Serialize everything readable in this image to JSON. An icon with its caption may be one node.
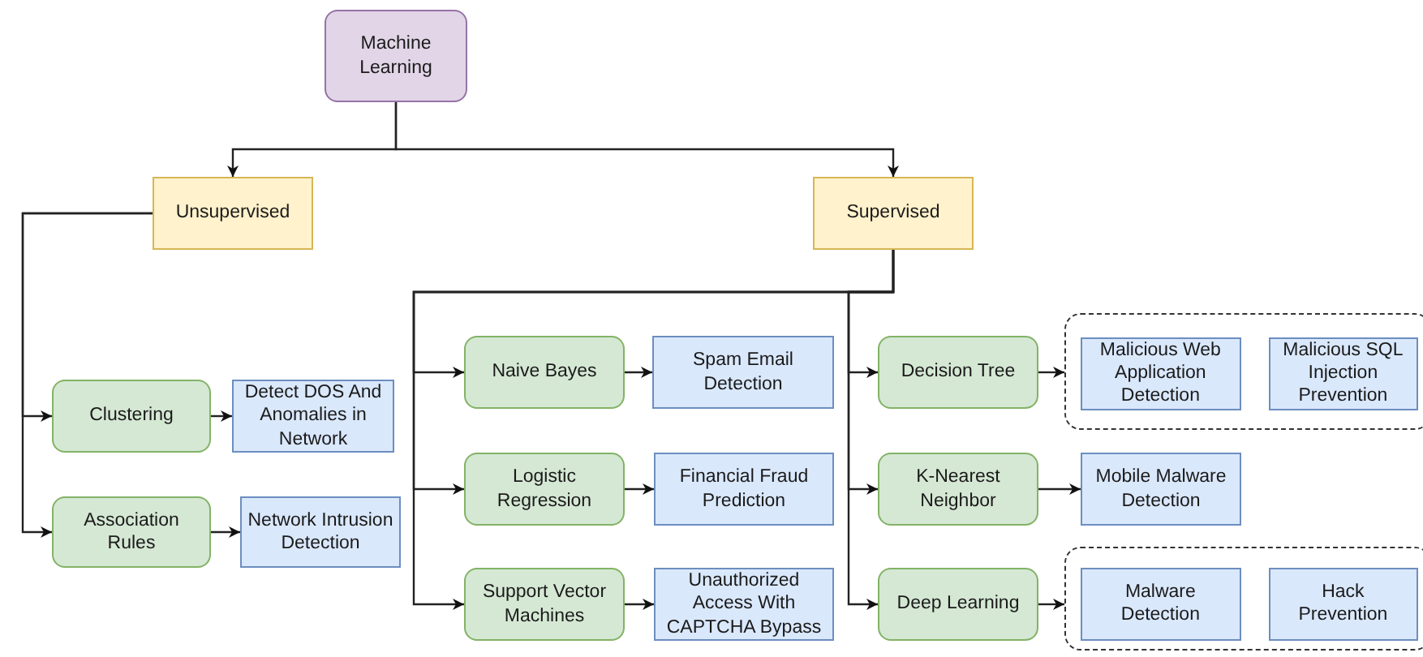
{
  "diagram": {
    "nodes": [
      {
        "text": [
          "Machine Learning"
        ]
      },
      {
        "text": [
          "Unsupervised"
        ]
      },
      {
        "text": [
          "Supervised"
        ]
      },
      {
        "text": [
          "Clustering"
        ]
      },
      {
        "text": [
          "Detect DOS And Anomalies in Network"
        ]
      },
      {
        "text": [
          "Association Rules"
        ]
      },
      {
        "text": [
          "Network Intrusion Detection"
        ]
      },
      {
        "text": [
          "Naive Bayes"
        ]
      },
      {
        "text": [
          "Spam Email Detection"
        ]
      },
      {
        "text": [
          "Logistic Regression"
        ]
      },
      {
        "text": [
          "Financial Fraud Prediction"
        ]
      },
      {
        "text": [
          "Support Vector Machines"
        ]
      },
      {
        "text": [
          "Unauthorized Access With CAPTCHA Bypass"
        ]
      },
      {
        "text": [
          "Decision Tree"
        ]
      },
      {
        "text": [],
        "shape": "box"
      },
      {
        "text": [
          "Malicious Web Application Detection"
        ],
        "in": 14
      },
      {
        "text": [
          "Malicious SQL Injection Prevention"
        ],
        "in": 14
      },
      {
        "text": [
          "K-Nearest Neighbor"
        ]
      },
      {
        "text": [
          "Mobile Malware Detection"
        ]
      },
      {
        "text": [
          "Deep Learning"
        ]
      },
      {
        "text": [],
        "shape": "box"
      },
      {
        "text": [
          "Malware Detection"
        ],
        "in": 20
      },
      {
        "text": [
          "Hack Prevention"
        ],
        "in": 20
      }
    ],
    "edges": [
      {
        "from": 0,
        "to": 1,
        "arrow": "to"
      },
      {
        "from": 0,
        "to": 2,
        "arrow": "to"
      },
      {
        "from": 1,
        "to": 3,
        "arrow": "to"
      },
      {
        "from": 1,
        "to": 5,
        "arrow": "to"
      },
      {
        "from": 3,
        "to": 4,
        "arrow": "to"
      },
      {
        "from": 5,
        "to": 6,
        "arrow": "to"
      },
      {
        "from": 2,
        "to": 7,
        "arrow": "to"
      },
      {
        "from": 2,
        "to": 9,
        "arrow": "to"
      },
      {
        "from": 2,
        "to": 11,
        "arrow": "to"
      },
      {
        "from": 2,
        "to": 13,
        "arrow": "to"
      },
      {
        "from": 2,
        "to": 17,
        "arrow": "to"
      },
      {
        "from": 2,
        "to": 19,
        "arrow": "to"
      },
      {
        "from": 7,
        "to": 8,
        "arrow": "to"
      },
      {
        "from": 9,
        "to": 10,
        "arrow": "to"
      },
      {
        "from": 11,
        "to": 12,
        "arrow": "to"
      },
      {
        "from": 13,
        "to": 14,
        "arrow": "to"
      },
      {
        "from": 17,
        "to": 18,
        "arrow": "to"
      },
      {
        "from": 19,
        "to": 20,
        "arrow": "to"
      }
    ]
  }
}
